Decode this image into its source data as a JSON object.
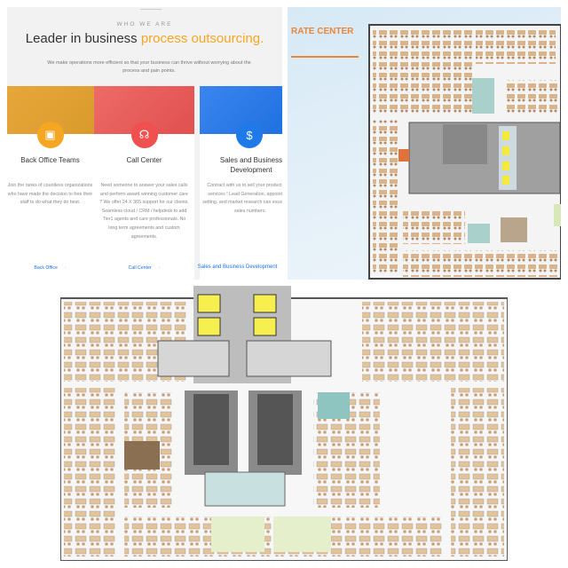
{
  "website": {
    "kicker": "WHO WE ARE",
    "title_plain": "Leader in business ",
    "title_highlight": "process outsourcing.",
    "subtitle": "We make operations more efficient so that your business can thrive without worrying about the process and pain points.",
    "cards": [
      {
        "title": "Back Office Teams",
        "body": "Join the ranks of countless organizations who have made the decision to free their staff to do what they do best.",
        "link": "Back Office",
        "color": "#f5a623",
        "icon": "presentation-icon"
      },
      {
        "title": "Call Center",
        "body": "Need someone to answer your sales calls and perform award winning customer care ? We offer 24 X 365 support for our clients. Seamless cloud / CRM / helpdesk to add Tier1 agents and care professionals. No long term agreements and custom agreements.",
        "link": "Call Center",
        "color": "#f0504f",
        "icon": "headset-icon"
      },
      {
        "title": "Sales and Business Development",
        "body": "Contract with us to sell your products and services ! Lead Generation, appointment setting, and market research can exceed your sales numbers.",
        "link": "Sales and Business Development",
        "color": "#1f7ae8",
        "icon": "dollar-icon"
      }
    ]
  },
  "floorplan_top": {
    "caption": "RATE CENTER",
    "accent": "#e8873a"
  },
  "floorplan_bottom": {}
}
